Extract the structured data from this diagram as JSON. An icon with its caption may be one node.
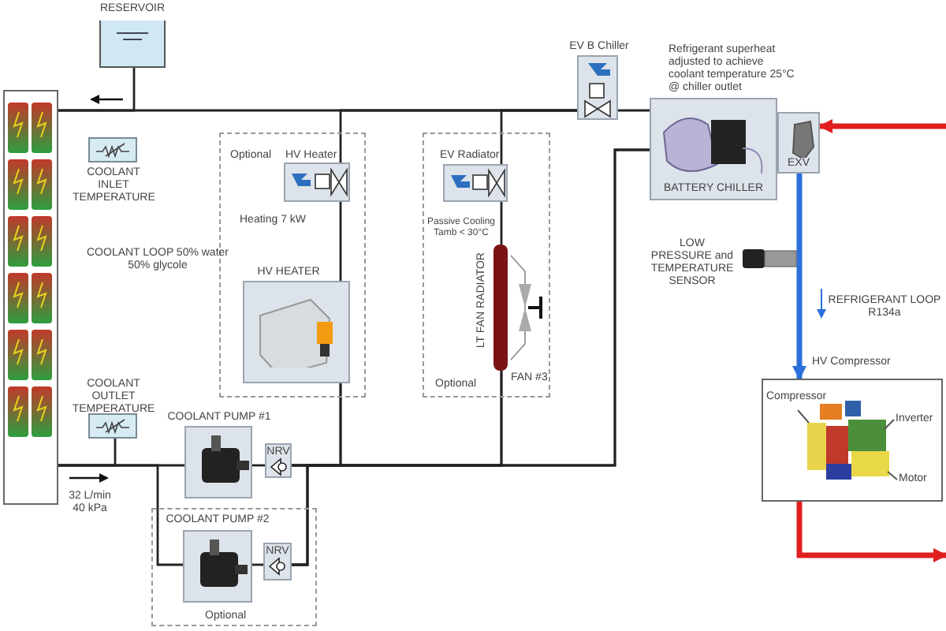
{
  "diagram": {
    "nodes": [
      {
        "text": [],
        "shape": "picture"
      },
      {
        "text": [
          "RESERVOIR"
        ]
      },
      {
        "text": [
          "COOLANT INLET TEMPERATURE"
        ]
      },
      {
        "text": [
          "Optional",
          "Heating 7 kW"
        ]
      },
      {
        "text": [
          "HV Heater"
        ],
        "in": 3
      },
      {
        "text": [
          "HV HEATER"
        ],
        "in": 3
      },
      {
        "text": [
          "Passive Cooling Tamb < 30°C",
          "Optional"
        ]
      },
      {
        "text": [
          "EV Radiator"
        ],
        "in": 6
      },
      {
        "text": [
          "LT FAN RADIATOR"
        ],
        "in": 6
      },
      {
        "text": [
          "FAN #3"
        ],
        "in": 6
      },
      {
        "text": [
          "EV B Chiller"
        ]
      },
      {
        "text": [
          "BATTERY CHILLER"
        ],
        "beside": [
          "Refrigerant superheat adjusted to achieve coolant temperature 25°C @ chiller outlet"
        ]
      },
      {
        "text": [
          "EXV"
        ]
      },
      {
        "text": [],
        "shape": "picture",
        "beside": [
          "LOW PRESSURE and TEMPERATURE SENSOR"
        ]
      },
      {
        "text": [
          "HV Compressor",
          "Compressor",
          "Inverter",
          "Motor"
        ]
      },
      {
        "text": [
          "COOLANT OUTLET TEMPERATURE"
        ]
      },
      {
        "text": [
          "COOLANT PUMP #1"
        ]
      },
      {
        "text": [
          "NRV"
        ]
      },
      {
        "text": [
          "Optional"
        ]
      },
      {
        "text": [
          "COOLANT PUMP #2"
        ],
        "in": 18
      },
      {
        "text": [
          "NRV"
        ],
        "in": 18
      }
    ],
    "edges": [
      {
        "from": 0,
        "to": 16,
        "arrow": "none"
      },
      {
        "from": 0,
        "to": 19,
        "arrow": "none"
      },
      {
        "from": 16,
        "to": 17,
        "arrow": "none"
      },
      {
        "from": 19,
        "to": 20,
        "arrow": "none"
      },
      {
        "from": 17,
        "to": 5,
        "arrow": "none"
      },
      {
        "from": 17,
        "to": 8,
        "arrow": "none"
      },
      {
        "from": 17,
        "to": 11,
        "arrow": "none"
      },
      {
        "from": 20,
        "to": 5,
        "arrow": "none"
      },
      {
        "from": 20,
        "to": 8,
        "arrow": "none"
      },
      {
        "from": 20,
        "to": 11,
        "arrow": "none"
      },
      {
        "from": 11,
        "to": 10,
        "arrow": "none"
      },
      {
        "from": 10,
        "to": 7,
        "arrow": "none"
      },
      {
        "from": 10,
        "to": 4,
        "arrow": "none"
      },
      {
        "from": 10,
        "to": 0,
        "arrow": "none"
      },
      {
        "from": 7,
        "to": 8,
        "arrow": "none"
      },
      {
        "from": 4,
        "to": 5,
        "arrow": "none"
      },
      {
        "from": 1,
        "to": 0,
        "arrow": "none"
      },
      {
        "from": 15,
        "to": 0,
        "arrow": "none"
      },
      {
        "from": null,
        "to": 12,
        "arrow": "to",
        "style": "thick",
        "color": "#e02020"
      },
      {
        "from": 12,
        "to": 14,
        "arrow": "to",
        "style": "thick",
        "color": "#2a6fdb"
      },
      {
        "from": 14,
        "to": null,
        "arrow": "to",
        "style": "thick",
        "color": "#e02020"
      }
    ],
    "labels": [
      "COOLANT LOOP 50% water 50% glycole",
      "32 L/min 40 kPa",
      "REFRIGERANT LOOP R134a"
    ]
  }
}
